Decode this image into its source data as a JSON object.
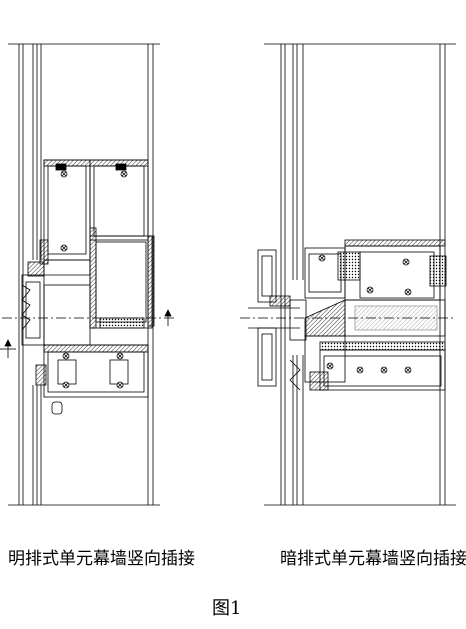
{
  "captions": {
    "left": "明排式单元幕墙竖向插接",
    "right": "暗排式单元幕墙竖向插接",
    "figure": "图1"
  },
  "colors": {
    "line": "#000000",
    "background": "#ffffff",
    "hatch": "#000000"
  },
  "icons": {
    "section_marker": "crosshair-arrow-icon",
    "screw": "screw-head-icon"
  }
}
